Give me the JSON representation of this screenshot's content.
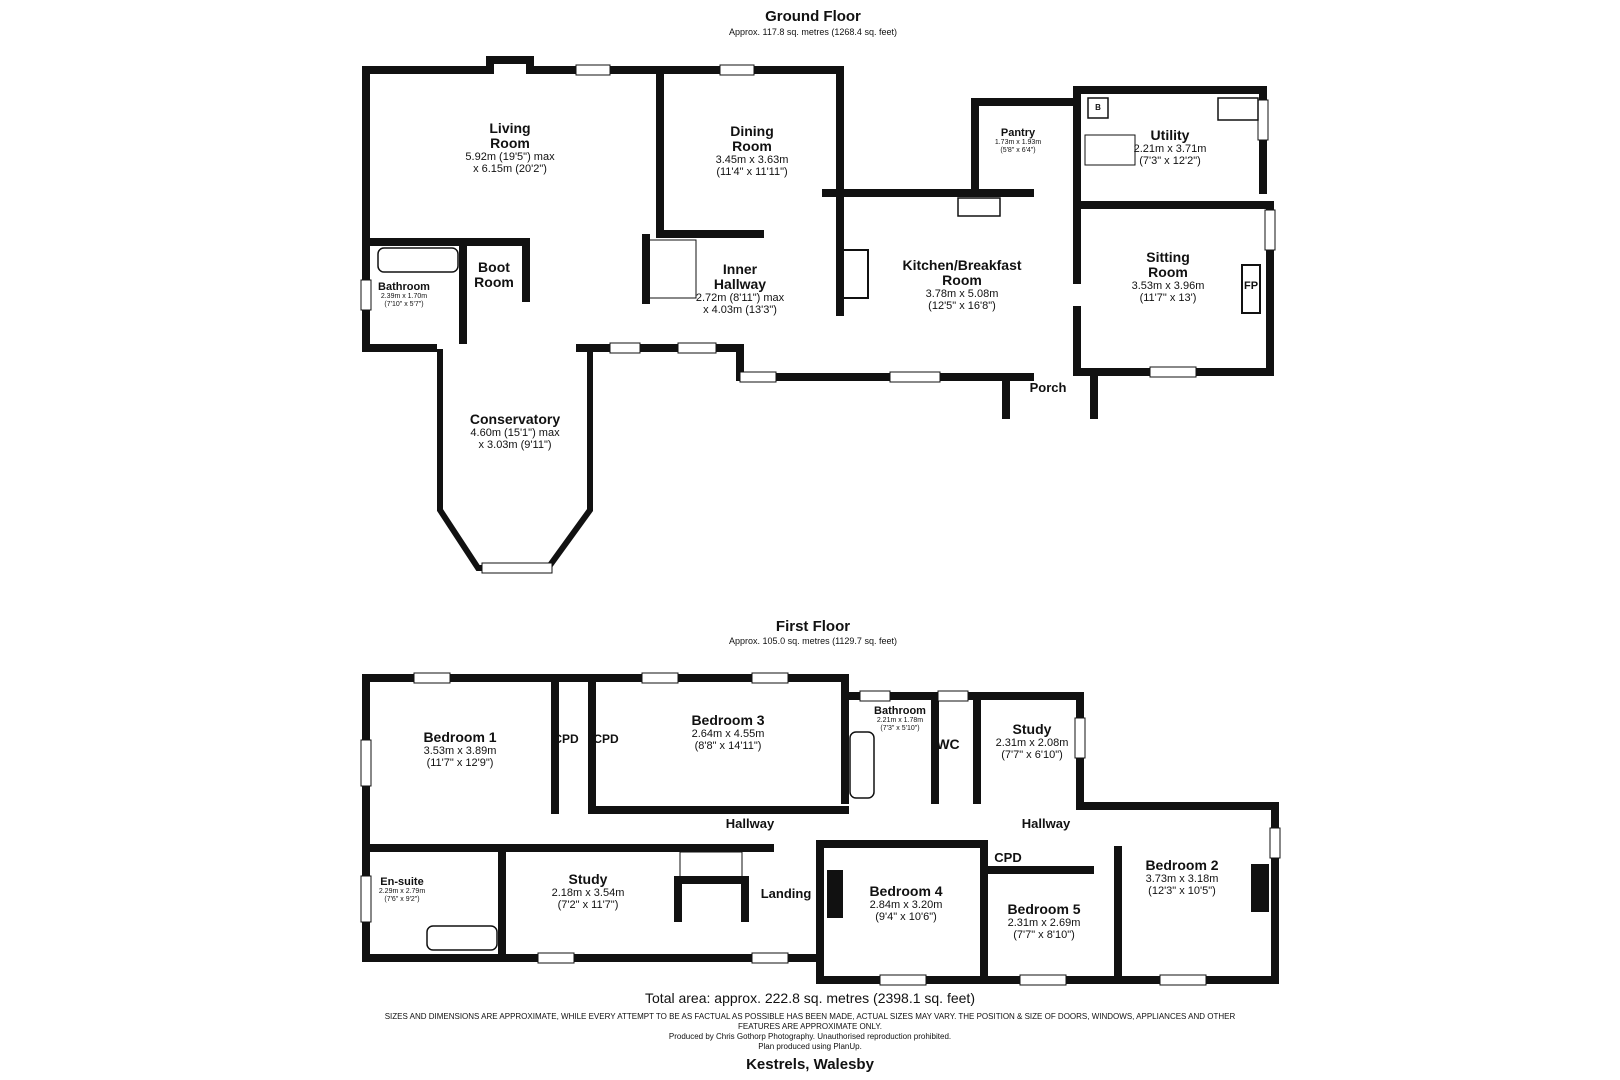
{
  "ground_floor": {
    "title": "Ground Floor",
    "area": "Approx. 117.8 sq. metres (1268.4 sq. feet)",
    "rooms": {
      "living_room": {
        "name": "Living\nRoom",
        "dims": "5.92m (19'5\") max\nx 6.15m (20'2\")"
      },
      "dining_room": {
        "name": "Dining\nRoom",
        "dims": "3.45m x 3.63m\n(11'4\" x 11'11\")"
      },
      "pantry": {
        "name": "Pantry",
        "dims": "1.73m x 1.93m\n(5'8\" x 6'4\")"
      },
      "utility": {
        "name": "Utility",
        "dims": "2.21m x 3.71m\n(7'3\" x 12'2\")"
      },
      "kitchen": {
        "name": "Kitchen/Breakfast\nRoom",
        "dims": "3.78m x 5.08m\n(12'5\" x 16'8\")"
      },
      "sitting_room": {
        "name": "Sitting\nRoom",
        "dims": "3.53m x 3.96m\n(11'7\" x 13')"
      },
      "inner_hallway": {
        "name": "Inner\nHallway",
        "dims": "2.72m (8'11\") max\nx 4.03m (13'3\")"
      },
      "boot_room": {
        "name": "Boot\nRoom",
        "dims": ""
      },
      "bathroom": {
        "name": "Bathroom",
        "dims": "2.39m x 1.70m\n(7'10\" x 5'7\")"
      },
      "conservatory": {
        "name": "Conservatory",
        "dims": "4.60m (15'1\") max\nx 3.03m (9'11\")"
      },
      "porch": {
        "name": "Porch",
        "dims": ""
      }
    },
    "symbols": {
      "fireplace": "FP",
      "boiler": "B"
    }
  },
  "first_floor": {
    "title": "First Floor",
    "area": "Approx. 105.0 sq. metres (1129.7 sq. feet)",
    "rooms": {
      "bedroom1": {
        "name": "Bedroom 1",
        "dims": "3.53m x 3.89m\n(11'7\" x 12'9\")"
      },
      "cpd_a": {
        "name": "CPD",
        "dims": ""
      },
      "cpd_b": {
        "name": "CPD",
        "dims": ""
      },
      "bedroom3": {
        "name": "Bedroom 3",
        "dims": "2.64m x 4.55m\n(8'8\" x 14'11\")"
      },
      "bathroom": {
        "name": "Bathroom",
        "dims": "2.21m x 1.78m\n(7'3\" x 5'10\")"
      },
      "wc": {
        "name": "WC",
        "dims": ""
      },
      "study_top": {
        "name": "Study",
        "dims": "2.31m x 2.08m\n(7'7\" x 6'10\")"
      },
      "hallway_left": {
        "name": "Hallway",
        "dims": ""
      },
      "hallway_right": {
        "name": "Hallway",
        "dims": ""
      },
      "ensuite": {
        "name": "En-suite",
        "dims": "2.29m x 2.79m\n(7'6\" x 9'2\")"
      },
      "study": {
        "name": "Study",
        "dims": "2.18m x 3.54m\n(7'2\" x 11'7\")"
      },
      "landing": {
        "name": "Landing",
        "dims": ""
      },
      "bedroom4": {
        "name": "Bedroom 4",
        "dims": "2.84m x 3.20m\n(9'4\" x 10'6\")"
      },
      "cpd_c": {
        "name": "CPD",
        "dims": ""
      },
      "bedroom5": {
        "name": "Bedroom 5",
        "dims": "2.31m x 2.69m\n(7'7\" x 8'10\")"
      },
      "bedroom2": {
        "name": "Bedroom 2",
        "dims": "3.73m x 3.18m\n(12'3\" x 10'5\")"
      }
    }
  },
  "footer": {
    "total_area": "Total area: approx. 222.8 sq. metres (2398.1 sq. feet)",
    "disclaimer_line1": "SIZES AND DIMENSIONS ARE APPROXIMATE, WHILE EVERY ATTEMPT TO BE AS FACTUAL AS POSSIBLE HAS BEEN MADE, ACTUAL SIZES MAY VARY. THE POSITION & SIZE OF DOORS, WINDOWS, APPLIANCES AND OTHER",
    "disclaimer_line2": "FEATURES ARE APPROXIMATE ONLY.",
    "produced_by": "Produced by Chris Gothorp Photography. Unauthorised reproduction prohibited.",
    "plan_produced": "Plan produced using PlanUp.",
    "property_name": "Kestrels, Walesby"
  },
  "colors": {
    "wall": "#111111",
    "window": "#ffffff",
    "background": "#ffffff"
  }
}
